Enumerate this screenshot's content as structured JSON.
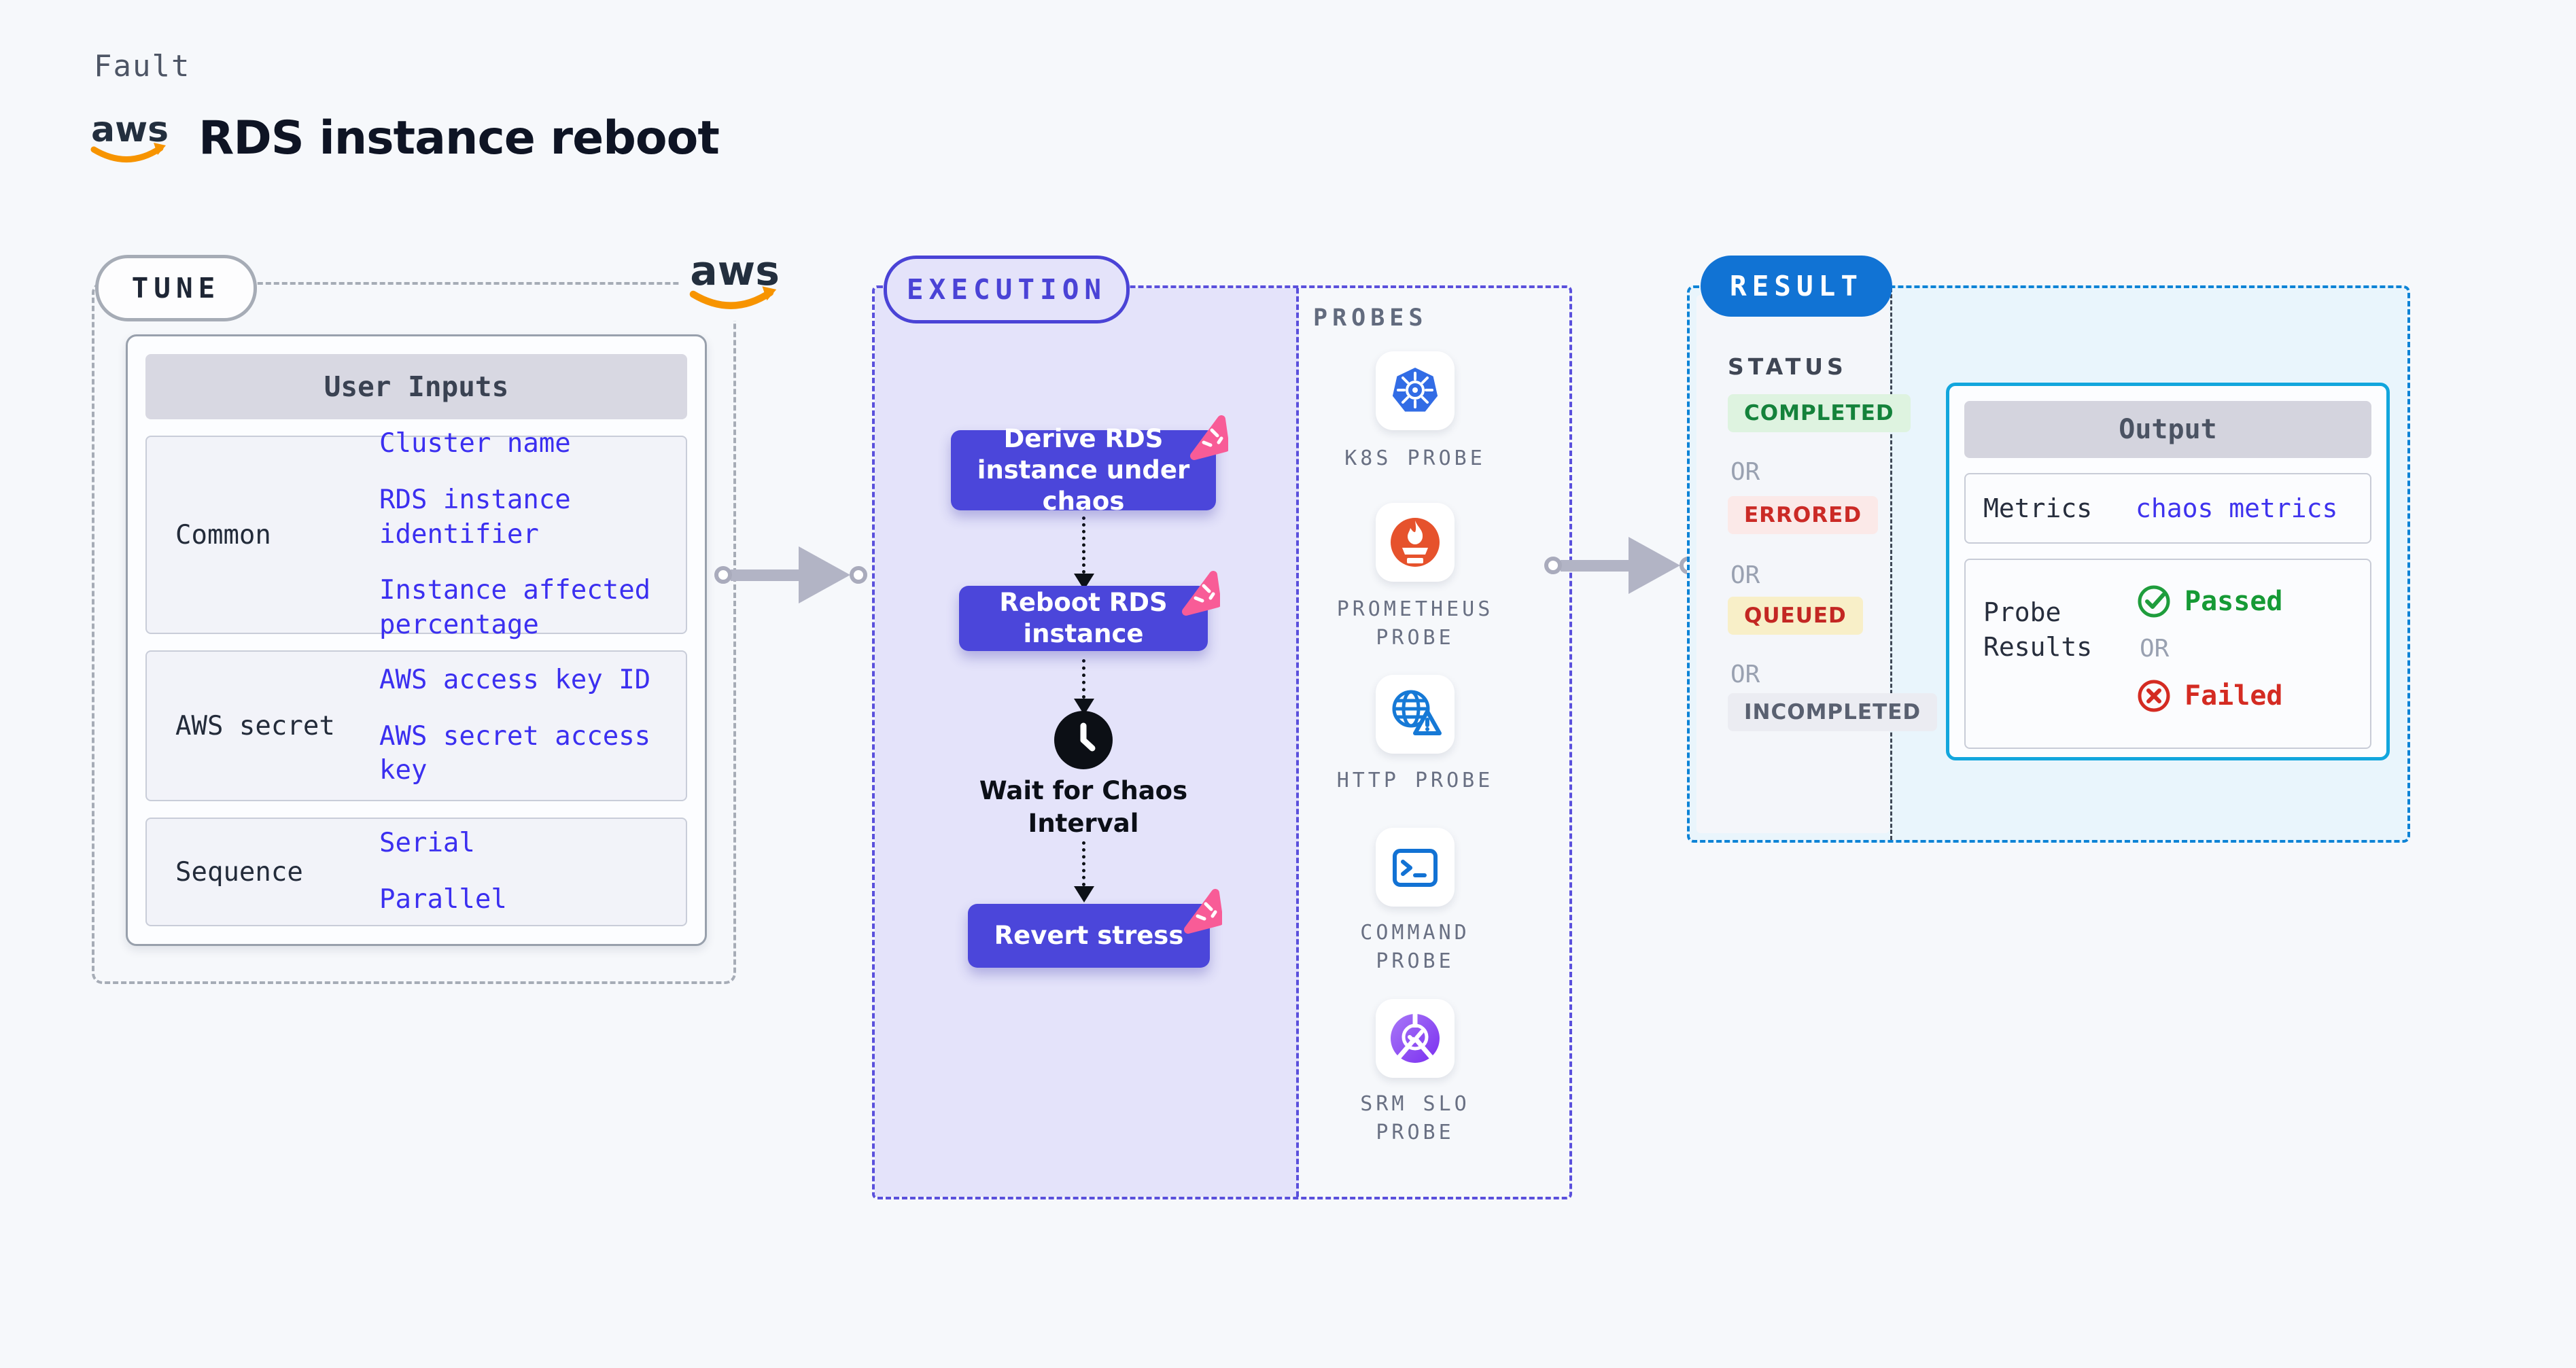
{
  "header": {
    "fault_label": "Fault",
    "title": "RDS instance reboot",
    "aws_logo_text": "aws"
  },
  "tune": {
    "pill": "TUNE",
    "table": {
      "header": "User Inputs",
      "rows": [
        {
          "label": "Common",
          "values": [
            "Cluster name",
            "RDS instance identifier",
            "Instance affected percentage"
          ]
        },
        {
          "label": "AWS secret",
          "values": [
            "AWS access key ID",
            "AWS secret access key"
          ]
        },
        {
          "label": "Sequence",
          "values": [
            "Serial",
            "Parallel"
          ]
        }
      ]
    }
  },
  "execution": {
    "pill": "EXECUTION",
    "steps": [
      "Derive RDS instance under chaos",
      "Reboot RDS instance"
    ],
    "wait_label": "Wait for Chaos Interval",
    "revert_label": "Revert stress"
  },
  "probes": {
    "heading": "PROBES",
    "items": [
      {
        "name": "K8S PROBE",
        "icon": "kubernetes-icon"
      },
      {
        "name": "PROMETHEUS PROBE",
        "icon": "prometheus-icon"
      },
      {
        "name": "HTTP PROBE",
        "icon": "globe-warning-icon"
      },
      {
        "name": "COMMAND PROBE",
        "icon": "terminal-icon"
      },
      {
        "name": "SRM SLO PROBE",
        "icon": "slo-check-icon"
      }
    ]
  },
  "result": {
    "pill": "RESULT",
    "status_heading": "STATUS",
    "or_label": "OR",
    "statuses": [
      {
        "label": "COMPLETED",
        "fg": "#14823b",
        "bg": "#def3e0"
      },
      {
        "label": "ERRORED",
        "fg": "#cb2a26",
        "bg": "#fbe9e8"
      },
      {
        "label": "QUEUED",
        "fg": "#c32723",
        "bg": "#f8efc8"
      },
      {
        "label": "INCOMPLETED",
        "fg": "#596070",
        "bg": "#ebecf2"
      }
    ],
    "output": {
      "header": "Output",
      "metrics_label": "Metrics",
      "metrics_value": "chaos metrics",
      "probe_results_label": "Probe Results",
      "passed_label": "Passed",
      "failed_label": "Failed"
    }
  },
  "colors": {
    "page_bg": "#f6f8fb",
    "node_purple": "#4b46da",
    "execution_fill": "#e4e3fa",
    "execution_border": "#5a50dc",
    "result_blue": "#1173d4",
    "result_bg": "#e9f5fc",
    "output_border": "#12a6dd",
    "link_blue": "#3b2ff0",
    "arrow_gray": "#b2b4c5",
    "aws_orange": "#f79400",
    "litmus_pink": "#f85c97"
  }
}
